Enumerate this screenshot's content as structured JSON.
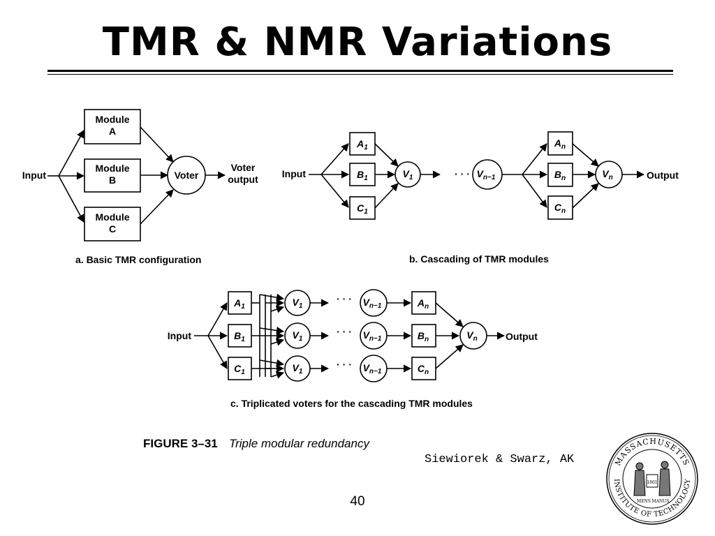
{
  "slide": {
    "title": "TMR & NMR Variations",
    "credit": "Siewiorek & Swarz, AK",
    "page_number": "40"
  },
  "figure": {
    "label_bold": "FIGURE 3–31",
    "label_italic": "Triple modular redundancy",
    "part_a": {
      "caption": "a.  Basic TMR configuration",
      "input": "Input",
      "module_word": "Module",
      "module_letters": [
        "A",
        "B",
        "C"
      ],
      "voter": "Voter",
      "output_line1": "Voter",
      "output_line2": "output"
    },
    "part_b": {
      "caption": "b.  Cascading of TMR modules",
      "input": "Input",
      "output": "Output",
      "ellipsis": "· · ·"
    },
    "part_c": {
      "caption": "c.  Triplicated voters for the cascading TMR modules",
      "input": "Input",
      "output": "Output",
      "ellipsis": "· · ·"
    }
  },
  "seal": {
    "top_text": "MASSACHUSETTS",
    "bottom_text": "INSTITUTE OF TECHNOLOGY",
    "year": "1861",
    "motto_left": "MENS",
    "motto_right": "MANUS"
  }
}
